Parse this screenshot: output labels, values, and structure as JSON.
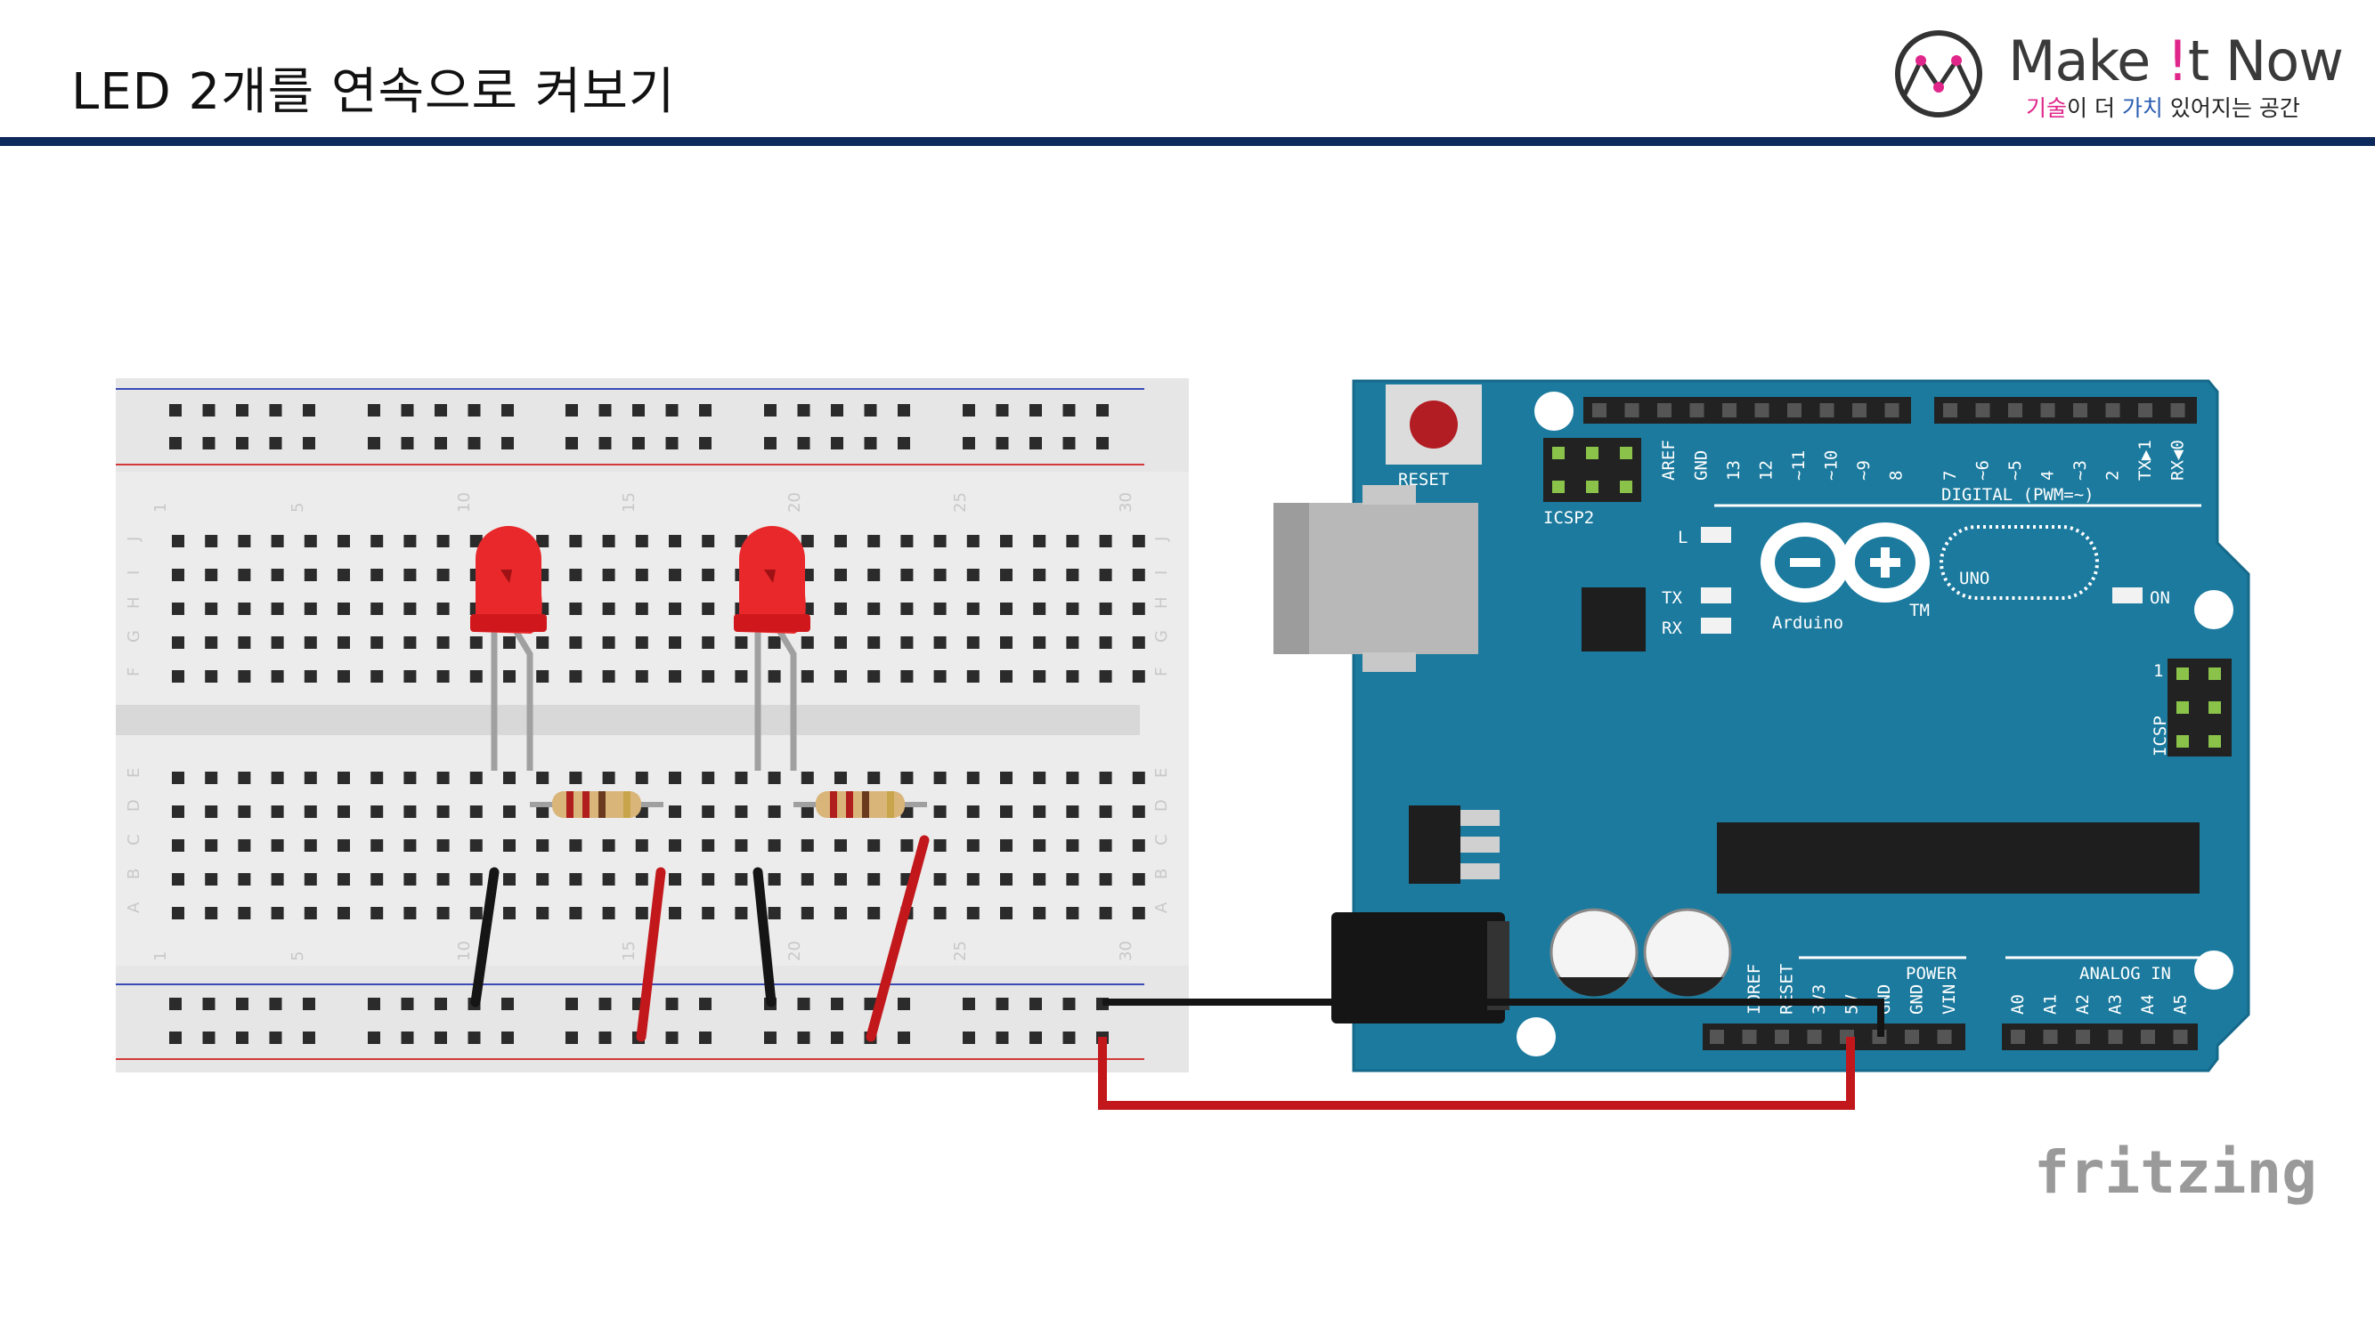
{
  "page": {
    "title": "LED  2개를 연속으로 켜보기"
  },
  "logo": {
    "brand_prefix": "Make ",
    "brand_excl": "!",
    "brand_suffix": "t Now",
    "tagline_part1": "기술",
    "tagline_part2": "이 더 ",
    "tagline_part3": "가치",
    "tagline_part4": " 있어지는 공간"
  },
  "breadboard": {
    "column_numbers": [
      "1",
      "5",
      "10",
      "15",
      "20",
      "25",
      "30"
    ],
    "row_letters_top": [
      "J",
      "I",
      "H",
      "G",
      "F"
    ],
    "row_letters_bottom": [
      "E",
      "D",
      "C",
      "B",
      "A"
    ]
  },
  "arduino": {
    "reset_label": "RESET",
    "icsp2_label": "ICSP2",
    "icsp_label": "ICSP",
    "icsp_pin1": "1",
    "l_label": "L",
    "tx_label": "TX",
    "rx_label": "RX",
    "on_label": "ON",
    "uno_label": "UNO",
    "arduino_label": "Arduino",
    "tm": "TM",
    "digital_label": "DIGITAL (PWM=~)",
    "power_label": "POWER",
    "analog_label": "ANALOG IN",
    "digital_pins_left": [
      "AREF",
      "GND",
      "13",
      "12",
      "~11",
      "~10",
      "~9",
      "8"
    ],
    "digital_pins_right": [
      "7",
      "~6",
      "~5",
      "4",
      "~3",
      "2",
      "TX▶1",
      "RX◀0"
    ],
    "power_pins": [
      "IOREF",
      "RESET",
      "3V3",
      "5V",
      "GND",
      "GND",
      "VIN"
    ],
    "analog_pins": [
      "A0",
      "A1",
      "A2",
      "A3",
      "A4",
      "A5"
    ]
  },
  "watermark": "fritzing",
  "colors": {
    "board": "#1b7a9e",
    "led": "#e8282a",
    "wire_red": "#c2181c",
    "wire_black": "#151515",
    "header_rule": "#0e2a5c"
  }
}
